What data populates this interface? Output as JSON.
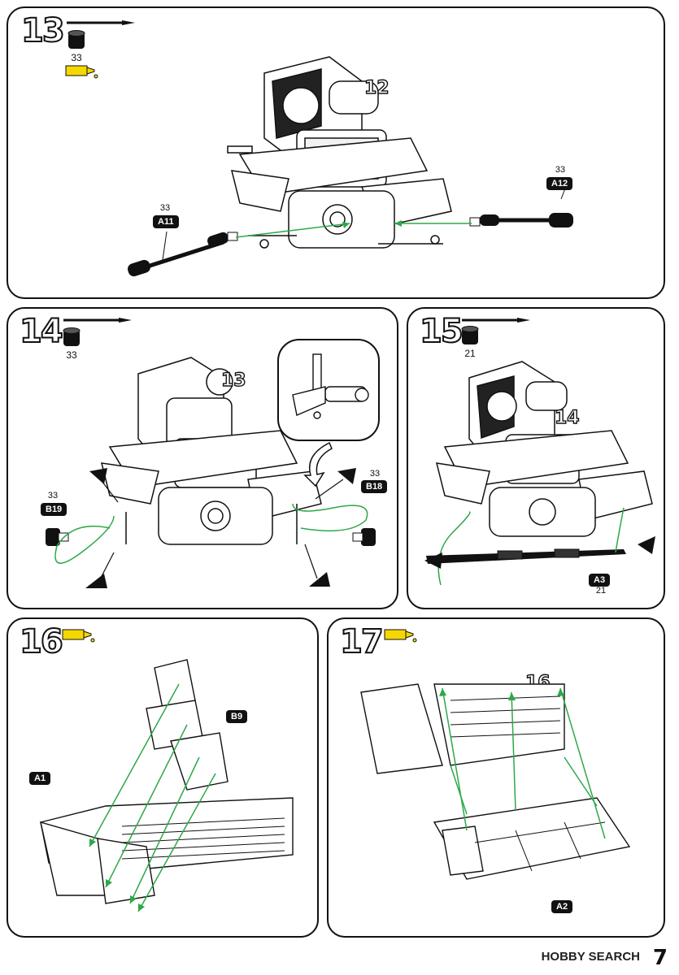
{
  "steps": {
    "s13": {
      "number": "13",
      "paint": "33",
      "ref": "12",
      "part_a": {
        "code": "A11",
        "paint": "33"
      },
      "part_b": {
        "code": "A12",
        "paint": "33"
      }
    },
    "s14": {
      "number": "14",
      "paint": "33",
      "ref": "13",
      "part_a": {
        "code": "B19",
        "paint": "33"
      },
      "part_b": {
        "code": "B18",
        "paint": "33"
      }
    },
    "s15": {
      "number": "15",
      "paint": "21",
      "ref": "14",
      "part_a": {
        "code": "A3",
        "paint": "21"
      }
    },
    "s16": {
      "number": "16",
      "part_a": {
        "code": "A1"
      },
      "part_b": {
        "code": "B9"
      }
    },
    "s17": {
      "number": "17",
      "ref": "16",
      "part_a": {
        "code": "A2"
      }
    }
  },
  "footer": {
    "watermark": "HOBBY SEARCH",
    "page_number": "7"
  },
  "colors": {
    "arrow": "#2da84a",
    "glue": "#f5d800",
    "ink": "#111111"
  }
}
